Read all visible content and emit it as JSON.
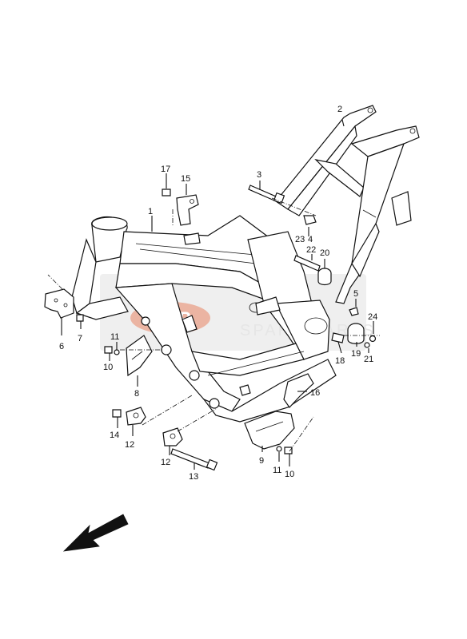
{
  "diagram": {
    "callouts": [
      {
        "id": "c1",
        "text": "1"
      },
      {
        "id": "c2",
        "text": "2"
      },
      {
        "id": "c3",
        "text": "3"
      },
      {
        "id": "c4",
        "text": "4"
      },
      {
        "id": "c5",
        "text": "5"
      },
      {
        "id": "c6",
        "text": "6"
      },
      {
        "id": "c7",
        "text": "7"
      },
      {
        "id": "c8",
        "text": "8"
      },
      {
        "id": "c9",
        "text": "9"
      },
      {
        "id": "c10a",
        "text": "10"
      },
      {
        "id": "c10b",
        "text": "10"
      },
      {
        "id": "c11a",
        "text": "11"
      },
      {
        "id": "c11b",
        "text": "11"
      },
      {
        "id": "c12a",
        "text": "12"
      },
      {
        "id": "c12b",
        "text": "12"
      },
      {
        "id": "c13",
        "text": "13"
      },
      {
        "id": "c14",
        "text": "14"
      },
      {
        "id": "c15",
        "text": "15"
      },
      {
        "id": "c16",
        "text": "16"
      },
      {
        "id": "c17",
        "text": "17"
      },
      {
        "id": "c18",
        "text": "18"
      },
      {
        "id": "c19",
        "text": "19"
      },
      {
        "id": "c20",
        "text": "20"
      },
      {
        "id": "c21",
        "text": "21"
      },
      {
        "id": "c22",
        "text": "22"
      },
      {
        "id": "c23",
        "text": "23"
      },
      {
        "id": "c24",
        "text": "24"
      }
    ],
    "watermark": {
      "logo_text": "MSP",
      "tagline": "SPARE PARTS",
      "color": "#cc3300"
    },
    "direction_arrow": "front-direction-arrow"
  }
}
